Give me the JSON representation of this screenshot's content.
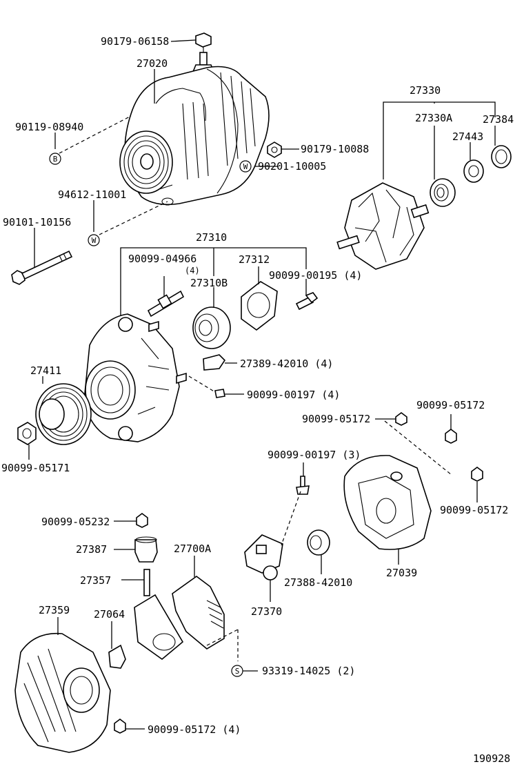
{
  "diagram_id": "190928",
  "parts": [
    {
      "id": "p_90179_06158",
      "number": "90179-06158"
    },
    {
      "id": "p_27020",
      "number": "27020"
    },
    {
      "id": "p_90119_08940",
      "number": "90119-08940"
    },
    {
      "id": "p_90179_10088",
      "number": "90179-10088"
    },
    {
      "id": "p_90201_10005",
      "number": "90201-10005"
    },
    {
      "id": "p_94612_11001",
      "number": "94612-11001"
    },
    {
      "id": "p_90101_10156",
      "number": "90101-10156"
    },
    {
      "id": "p_27330",
      "number": "27330"
    },
    {
      "id": "p_27330A",
      "number": "27330A"
    },
    {
      "id": "p_27443",
      "number": "27443"
    },
    {
      "id": "p_27384",
      "number": "27384"
    },
    {
      "id": "p_27310",
      "number": "27310"
    },
    {
      "id": "p_90099_04966",
      "number": "90099-04966"
    },
    {
      "id": "p_90099_04966_qty",
      "number": "(4)"
    },
    {
      "id": "p_27312",
      "number": "27312"
    },
    {
      "id": "p_27310B",
      "number": "27310B"
    },
    {
      "id": "p_90099_00195",
      "number": "90099-00195 (4)"
    },
    {
      "id": "p_27389_42010",
      "number": "27389-42010 (4)"
    },
    {
      "id": "p_27411",
      "number": "27411"
    },
    {
      "id": "p_90099_00197_a",
      "number": "90099-00197 (4)"
    },
    {
      "id": "p_90099_05171",
      "number": "90099-05171"
    },
    {
      "id": "p_90099_05172_a",
      "number": "90099-05172"
    },
    {
      "id": "p_90099_05172_b",
      "number": "90099-05172"
    },
    {
      "id": "p_90099_00197_b",
      "number": "90099-00197 (3)"
    },
    {
      "id": "p_90099_05172_c",
      "number": "90099-05172"
    },
    {
      "id": "p_90099_05232",
      "number": "90099-05232"
    },
    {
      "id": "p_27387",
      "number": "27387"
    },
    {
      "id": "p_27700A",
      "number": "27700A"
    },
    {
      "id": "p_27357",
      "number": "27357"
    },
    {
      "id": "p_27039",
      "number": "27039"
    },
    {
      "id": "p_27388_42010",
      "number": "27388-42010"
    },
    {
      "id": "p_27370",
      "number": "27370"
    },
    {
      "id": "p_27359",
      "number": "27359"
    },
    {
      "id": "p_27064",
      "number": "27064"
    },
    {
      "id": "p_93319_14025",
      "number": "93319-14025 (2)"
    },
    {
      "id": "p_90099_05172_d",
      "number": "90099-05172 (4)"
    }
  ],
  "markers": {
    "b": "B",
    "w1": "W",
    "w2": "W",
    "s": "S"
  }
}
